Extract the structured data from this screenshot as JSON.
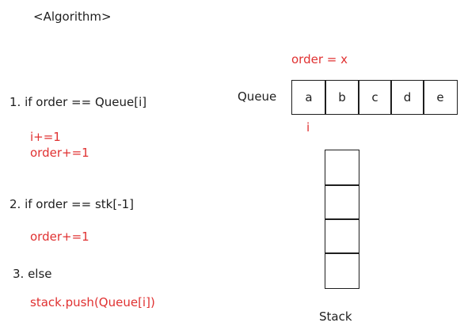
{
  "title": "<Algorithm>",
  "steps": [
    {
      "condition": "1.  if order == Queue[i]",
      "actions": [
        "i+=1",
        "order+=1"
      ]
    },
    {
      "condition": "2. if order == stk[-1]",
      "actions": [
        "order+=1"
      ]
    },
    {
      "condition": "3. else",
      "actions": [
        "stack.push(Queue[i])"
      ]
    }
  ],
  "order_label": "order = x",
  "queue": {
    "label": "Queue",
    "cells": [
      "a",
      "b",
      "c",
      "d",
      "e"
    ],
    "pointer_label": "i"
  },
  "stack": {
    "label": "Stack",
    "cell_count": 4
  },
  "colors": {
    "ink": "#1e1e1e",
    "accent": "#e03131"
  }
}
